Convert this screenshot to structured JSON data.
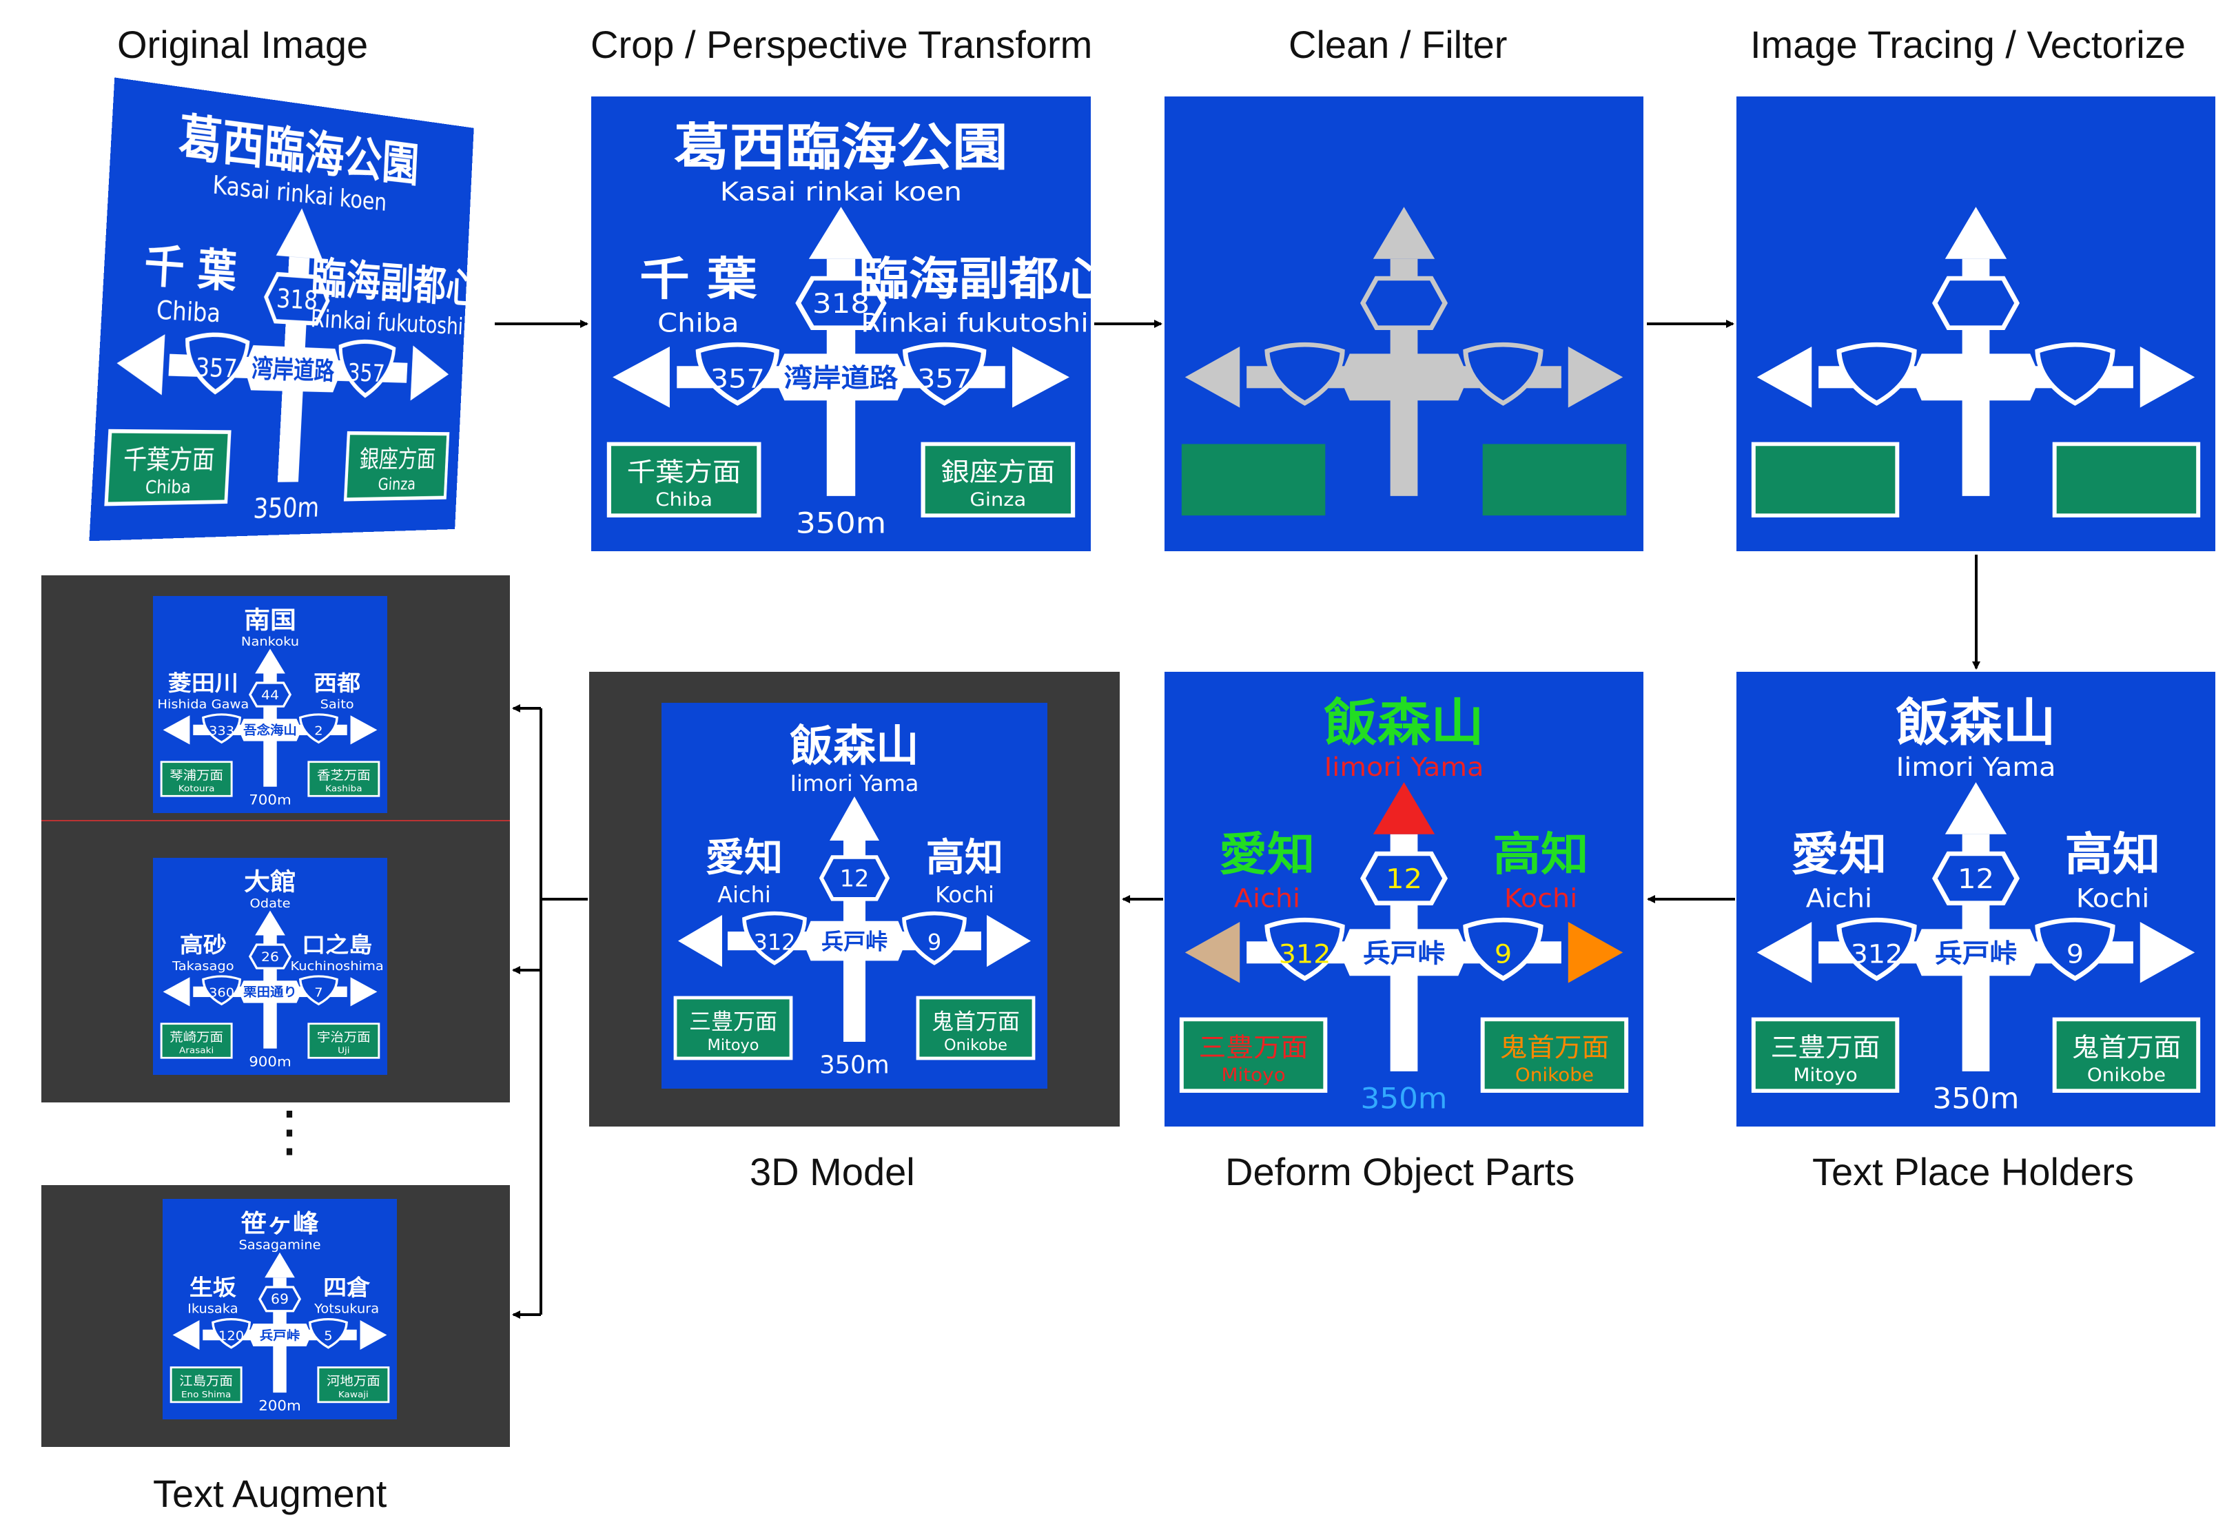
{
  "captions": {
    "original": "Original Image",
    "crop": "Crop / Perspective Transform",
    "clean": "Clean / Filter",
    "trace": "Image Tracing / Vectorize",
    "placeholder": "Text Place Holders",
    "deform": "Deform Object Parts",
    "model": "3D Model",
    "augment": "Text Augment"
  },
  "colors": {
    "sign_blue": "#0a46d6",
    "sign_green": "#0f8a5f",
    "shape_gray": "#c8c8c8",
    "dark_bg": "#3a3a3a",
    "deform_green": "#22dd22",
    "deform_red": "#ee2222",
    "deform_yellow": "#ffee00",
    "deform_orange": "#ff8800",
    "deform_tan": "#d2b08c",
    "deform_cyan": "#33aaff"
  },
  "sign_original": {
    "top_jp": "葛西臨海公園",
    "top_en": "Kasai rinkai koen",
    "left_jp": "千 葉",
    "left_en": "Chiba",
    "right_jp": "臨海副都心",
    "right_en": "Rinkai fukutoshin",
    "route_top": "318",
    "route_left": "357",
    "route_right": "357",
    "road_name": "湾岸道路",
    "box_left_jp": "千葉方面",
    "box_left_en": "Chiba",
    "box_right_jp": "銀座方面",
    "box_right_en": "Ginza",
    "distance": "350m"
  },
  "sign_main": {
    "top_jp": "飯森山",
    "top_en": "Iimori Yama",
    "left_jp": "愛知",
    "left_en": "Aichi",
    "right_jp": "高知",
    "right_en": "Kochi",
    "route_top": "12",
    "route_left": "312",
    "route_right": "9",
    "road_name": "兵戸峠",
    "box_left_jp": "三豊万面",
    "box_left_en": "Mitoyo",
    "box_right_jp": "鬼首万面",
    "box_right_en": "Onikobe",
    "distance": "350m"
  },
  "aug1": {
    "top_jp": "南国",
    "top_en": "Nankoku",
    "left_jp": "菱田川",
    "left_en": "Hishida Gawa",
    "right_jp": "西都",
    "right_en": "Saito",
    "route_top": "44",
    "route_left": "333",
    "route_right": "2",
    "road_name": "吾念海山",
    "box_left_jp": "琴浦万面",
    "box_left_en": "Kotoura",
    "box_right_jp": "香芝万面",
    "box_right_en": "Kashiba",
    "distance": "700m"
  },
  "aug2": {
    "top_jp": "大館",
    "top_en": "Odate",
    "left_jp": "高砂",
    "left_en": "Takasago",
    "right_jp": "口之島",
    "right_en": "Kuchinoshima",
    "route_top": "26",
    "route_left": "360",
    "route_right": "7",
    "road_name": "栗田通り",
    "box_left_jp": "荒崎万面",
    "box_left_en": "Arasaki",
    "box_right_jp": "宇治万面",
    "box_right_en": "Uji",
    "distance": "900m"
  },
  "aug3": {
    "top_jp": "笹ヶ峰",
    "top_en": "Sasagamine",
    "left_jp": "生坂",
    "left_en": "Ikusaka",
    "right_jp": "四倉",
    "right_en": "Yotsukura",
    "route_top": "69",
    "route_left": "120",
    "route_right": "5",
    "road_name": "兵戸峠",
    "box_left_jp": "江島万面",
    "box_left_en": "Eno Shima",
    "box_right_jp": "河地万面",
    "box_right_en": "Kawaji",
    "distance": "200m"
  },
  "ellipsis": "⋮"
}
